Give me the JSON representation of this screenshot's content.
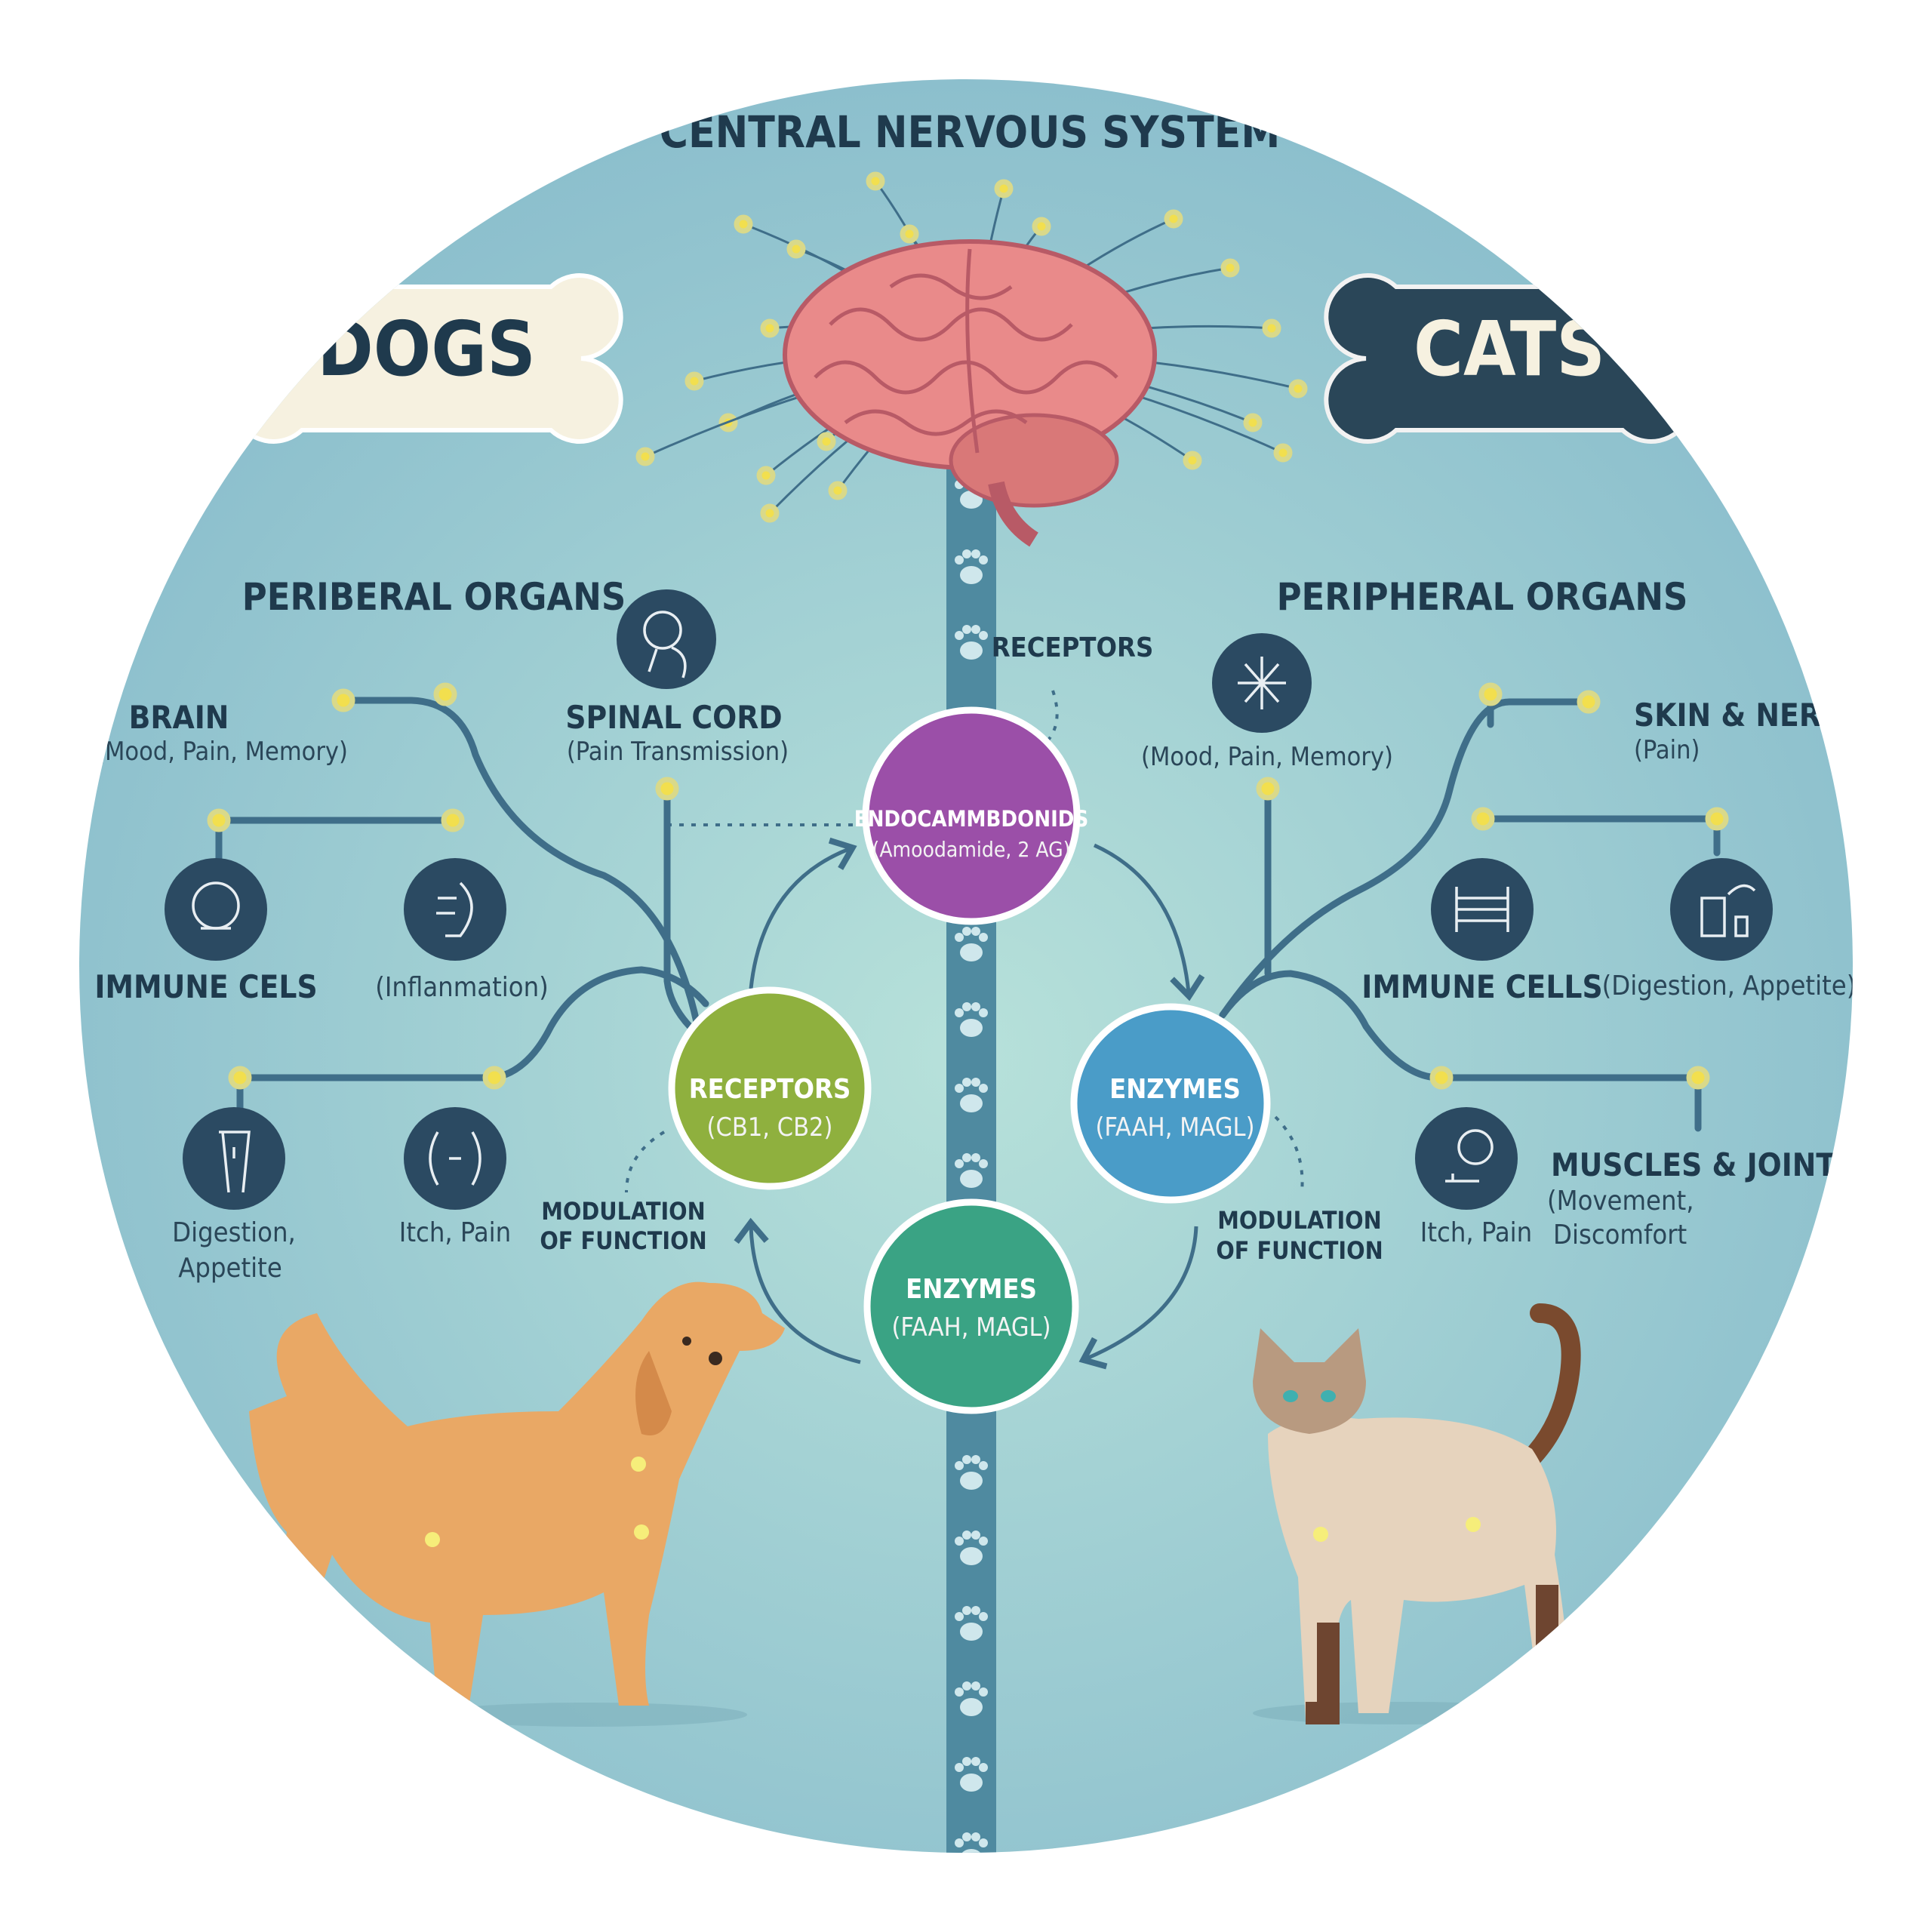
{
  "title": "CENTRAL NERVOUS SYSTEM",
  "dogs": {
    "label": "DOGS",
    "section_title": "PERIBERAL ORGANS",
    "brain": {
      "title": "BRAIN",
      "detail": "(Mood, Pain, Memory)"
    },
    "spinal_cord": {
      "title": "SPINAL CORD",
      "detail": "(Pain Transmission)"
    },
    "immune": {
      "title": "IMMUNE CELS"
    },
    "inflammation": {
      "detail": "(Inflanmation)"
    },
    "digestion": {
      "line1": "Digestion,",
      "line2": "Appetite"
    },
    "itch": {
      "detail": "Itch, Pain"
    },
    "modulation": {
      "line1": "MODULATION",
      "line2": "OF FUNCTION"
    }
  },
  "cats": {
    "label": "CATS",
    "section_title": "PERIPHERAL ORGANS",
    "brain": {
      "detail": "(Mood, Pain, Memory)"
    },
    "skin": {
      "title": "SKIN & NERVES",
      "detail": "(Pain)"
    },
    "immune": {
      "title": "IMMUNE CELLS"
    },
    "digestion": {
      "detail": "(Digestion, Appetite)"
    },
    "itch": {
      "detail": "Itch, Pain"
    },
    "muscles": {
      "title": "MUSCLES & JOINTS",
      "line1": "(Movement,",
      "line2": "Discomfort"
    },
    "modulation": {
      "line1": "MODULATION",
      "line2": "OF FUNCTION"
    }
  },
  "center": {
    "receptors_label": "RECEPTORS",
    "endocannabinoids": {
      "title": "ENDOCAMMBDONIDS",
      "detail": "(Amoodamide, 2 AG)",
      "color": "#9b4fa8"
    },
    "receptors": {
      "title": "RECEPTORS",
      "detail": "(CB1, CB2)",
      "color": "#8fb03e"
    },
    "enzymes_right": {
      "title": "ENZYMES",
      "detail": "(FAAH, MAGL)",
      "color": "#4a9cc8"
    },
    "enzymes_bottom": {
      "title": "ENZYMES",
      "detail": "(FAAH, MAGL)",
      "color": "#3aa384"
    }
  }
}
